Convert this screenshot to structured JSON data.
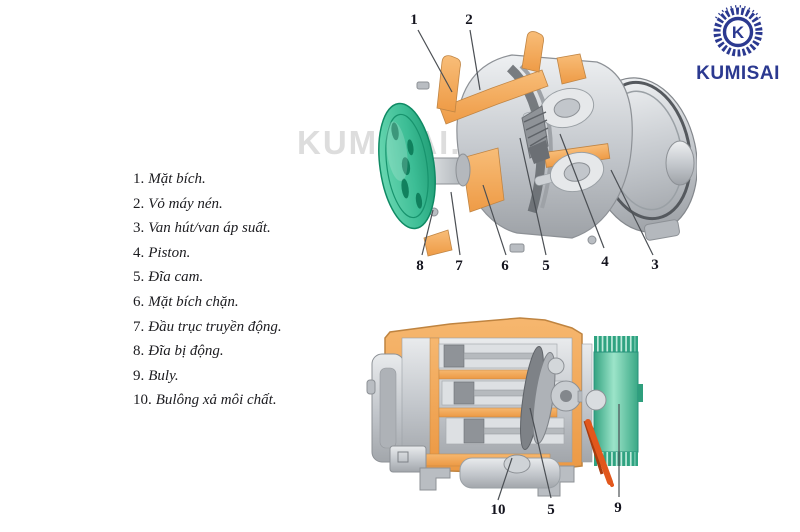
{
  "logo": {
    "monogram": "K",
    "brand": "KUMISAI",
    "color": "#2b3990"
  },
  "watermark": {
    "text": "KUMISAI.VN"
  },
  "parts_list": {
    "items": [
      {
        "num": "1.",
        "label": "Mặt bích."
      },
      {
        "num": "2.",
        "label": "Vỏ máy nén."
      },
      {
        "num": "3.",
        "label": "Van hút/van áp suất."
      },
      {
        "num": "4.",
        "label": "Piston."
      },
      {
        "num": "5.",
        "label": "Đĩa cam."
      },
      {
        "num": "6.",
        "label": "Mặt bích chặn."
      },
      {
        "num": "7.",
        "label": "Đầu trục truyền động."
      },
      {
        "num": "8.",
        "label": "Đĩa bị động."
      },
      {
        "num": "9.",
        "label": "Buly."
      },
      {
        "num": "10.",
        "label": "Bulông xả môi chất."
      }
    ]
  },
  "figures": {
    "top_view": {
      "callouts": {
        "c1": "1",
        "c2": "2",
        "c3": "3",
        "c4": "4",
        "c5": "5",
        "c6": "6",
        "c7": "7",
        "c8": "8"
      }
    },
    "side_view": {
      "callouts": {
        "c10": "10",
        "c5": "5",
        "c9": "9"
      }
    }
  },
  "colors": {
    "housing_orange": "#f0a055",
    "metal_gray": "#c7cbd0",
    "clutch_green": "#3fbf97",
    "arrow_red": "#e2571c",
    "logo_blue": "#2b3990"
  }
}
